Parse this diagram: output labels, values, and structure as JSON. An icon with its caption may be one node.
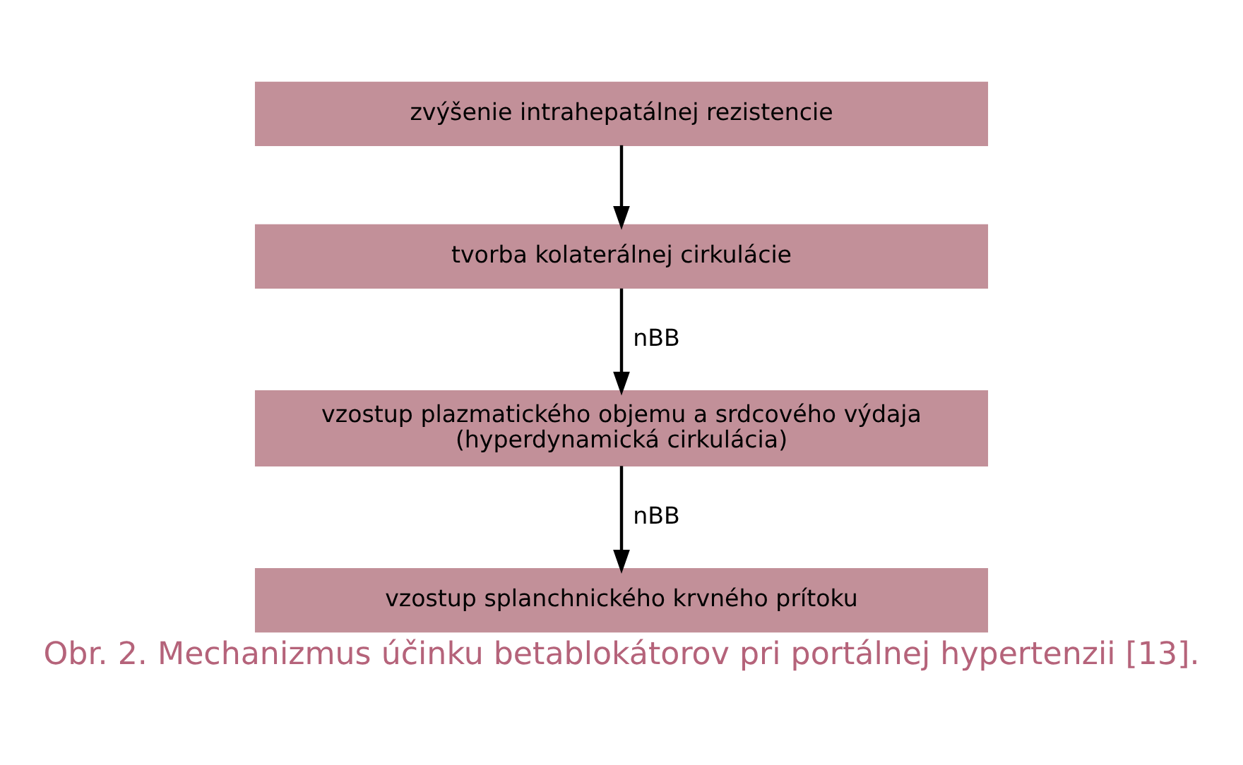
{
  "diagram": {
    "caption": "Obr. 2. Mechanizmus účinku betablokátorov pri portálnej hypertenzii [13].",
    "nodes": [
      {
        "text": [
          "zvýšenie intrahepatálnej rezistencie"
        ]
      },
      {
        "text": [
          "tvorba kolaterálnej cirkulácie"
        ]
      },
      {
        "text": [
          "vzostup plazmatického objemu a srdcového výdaja (hyperdynamická cirkulácia)"
        ]
      },
      {
        "text": [
          "vzostup splanchnického krvného prítoku"
        ]
      }
    ],
    "edges": [
      {
        "from": 0,
        "to": 1,
        "arrow": "to"
      },
      {
        "from": 1,
        "to": 2,
        "arrow": "to",
        "label": "nBB"
      },
      {
        "from": 2,
        "to": 3,
        "arrow": "to",
        "label": "nBB"
      }
    ]
  }
}
